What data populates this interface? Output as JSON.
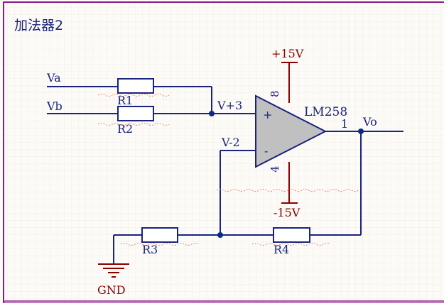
{
  "title": "加法器2",
  "colors": {
    "wire": "#1a237e",
    "frame": "#8b1a8b",
    "power": "#8b0000",
    "opamp_fill": "#c0c0c0",
    "squiggle": "#f08070",
    "junction": "#0a2a8a"
  },
  "labels": {
    "va": "Va",
    "vb": "Vb",
    "r1": "R1",
    "r2": "R2",
    "r3": "R3",
    "r4": "R4",
    "vplus": "V+3",
    "vminus": "V-2",
    "opamp_name": "LM258",
    "plus_sign": "+",
    "minus_sign": "-",
    "pin8": "8",
    "pin4": "4",
    "pin1": "1",
    "vo": "Vo",
    "vcc": "+15V",
    "vee": "-15V",
    "gnd": "GND"
  }
}
